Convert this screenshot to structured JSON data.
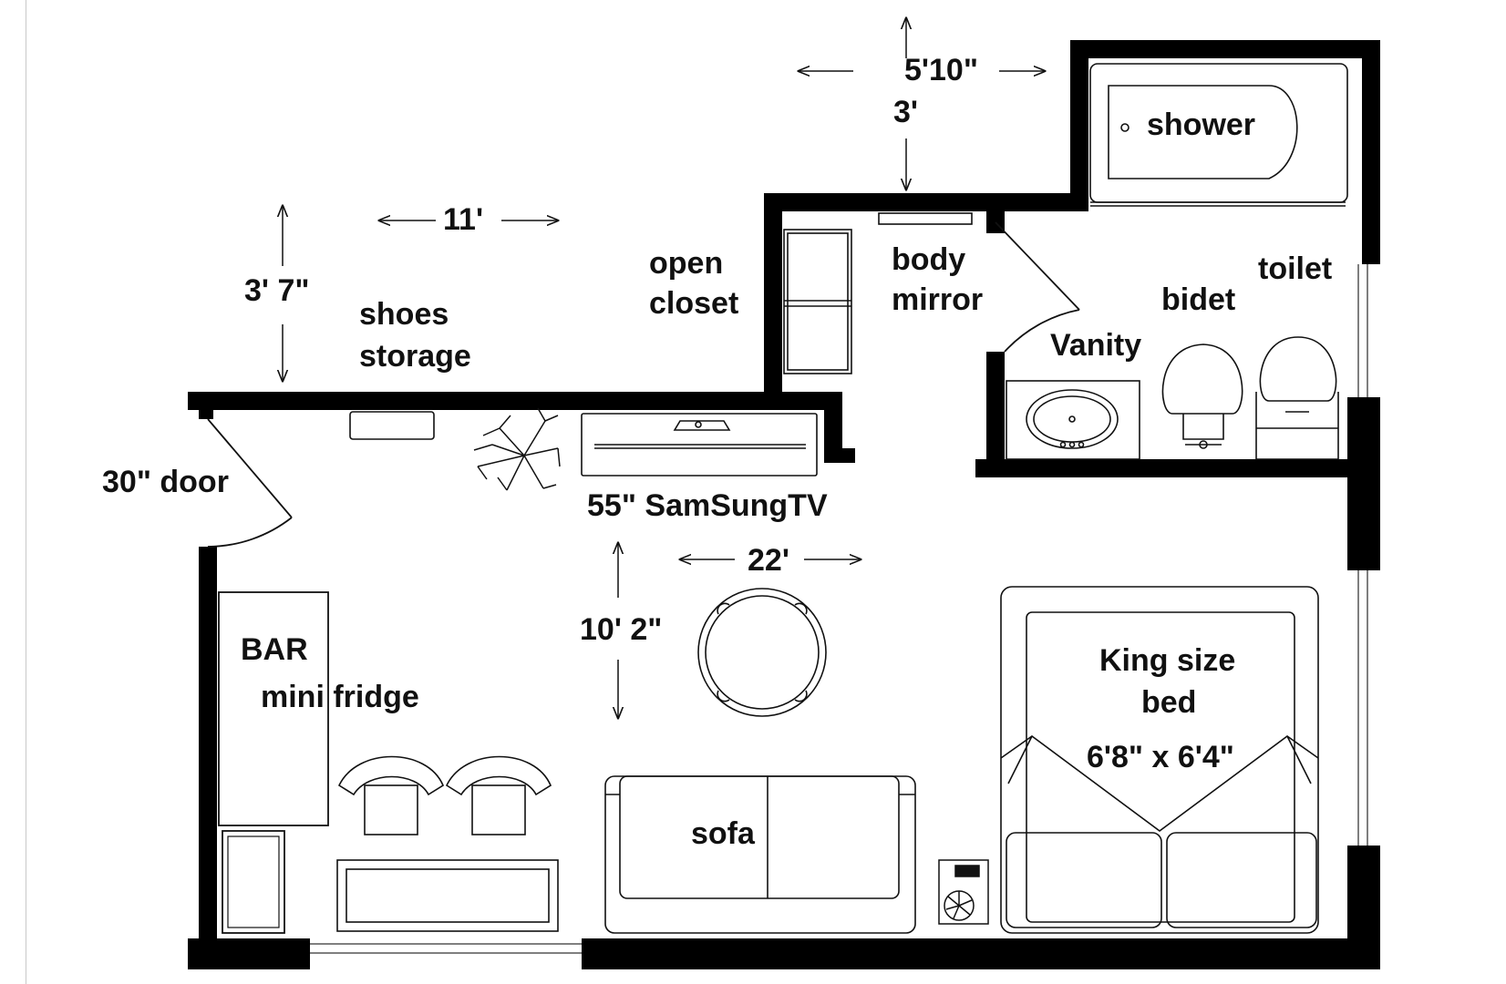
{
  "plan": {
    "dimensions": {
      "bath_width": "5'10\"",
      "bath_depth": "3'",
      "closet_width": "11'",
      "closet_depth": "3' 7\"",
      "room_width": "22'",
      "room_depth": "10' 2\""
    },
    "labels": {
      "shower": "shower",
      "open_closet": [
        "open",
        "closet"
      ],
      "body_mirror": [
        "body",
        "mirror"
      ],
      "toilet": "toilet",
      "bidet": "bidet",
      "vanity": "Vanity",
      "shoes_storage": [
        "shoes",
        "storage"
      ],
      "door": "30\" door",
      "tv": "55\" SamSungTV",
      "bar": "BAR",
      "mini_fridge": "mini fridge",
      "bed": [
        "King size",
        "bed",
        "6'8\" x 6'4\""
      ],
      "sofa": "sofa"
    }
  }
}
